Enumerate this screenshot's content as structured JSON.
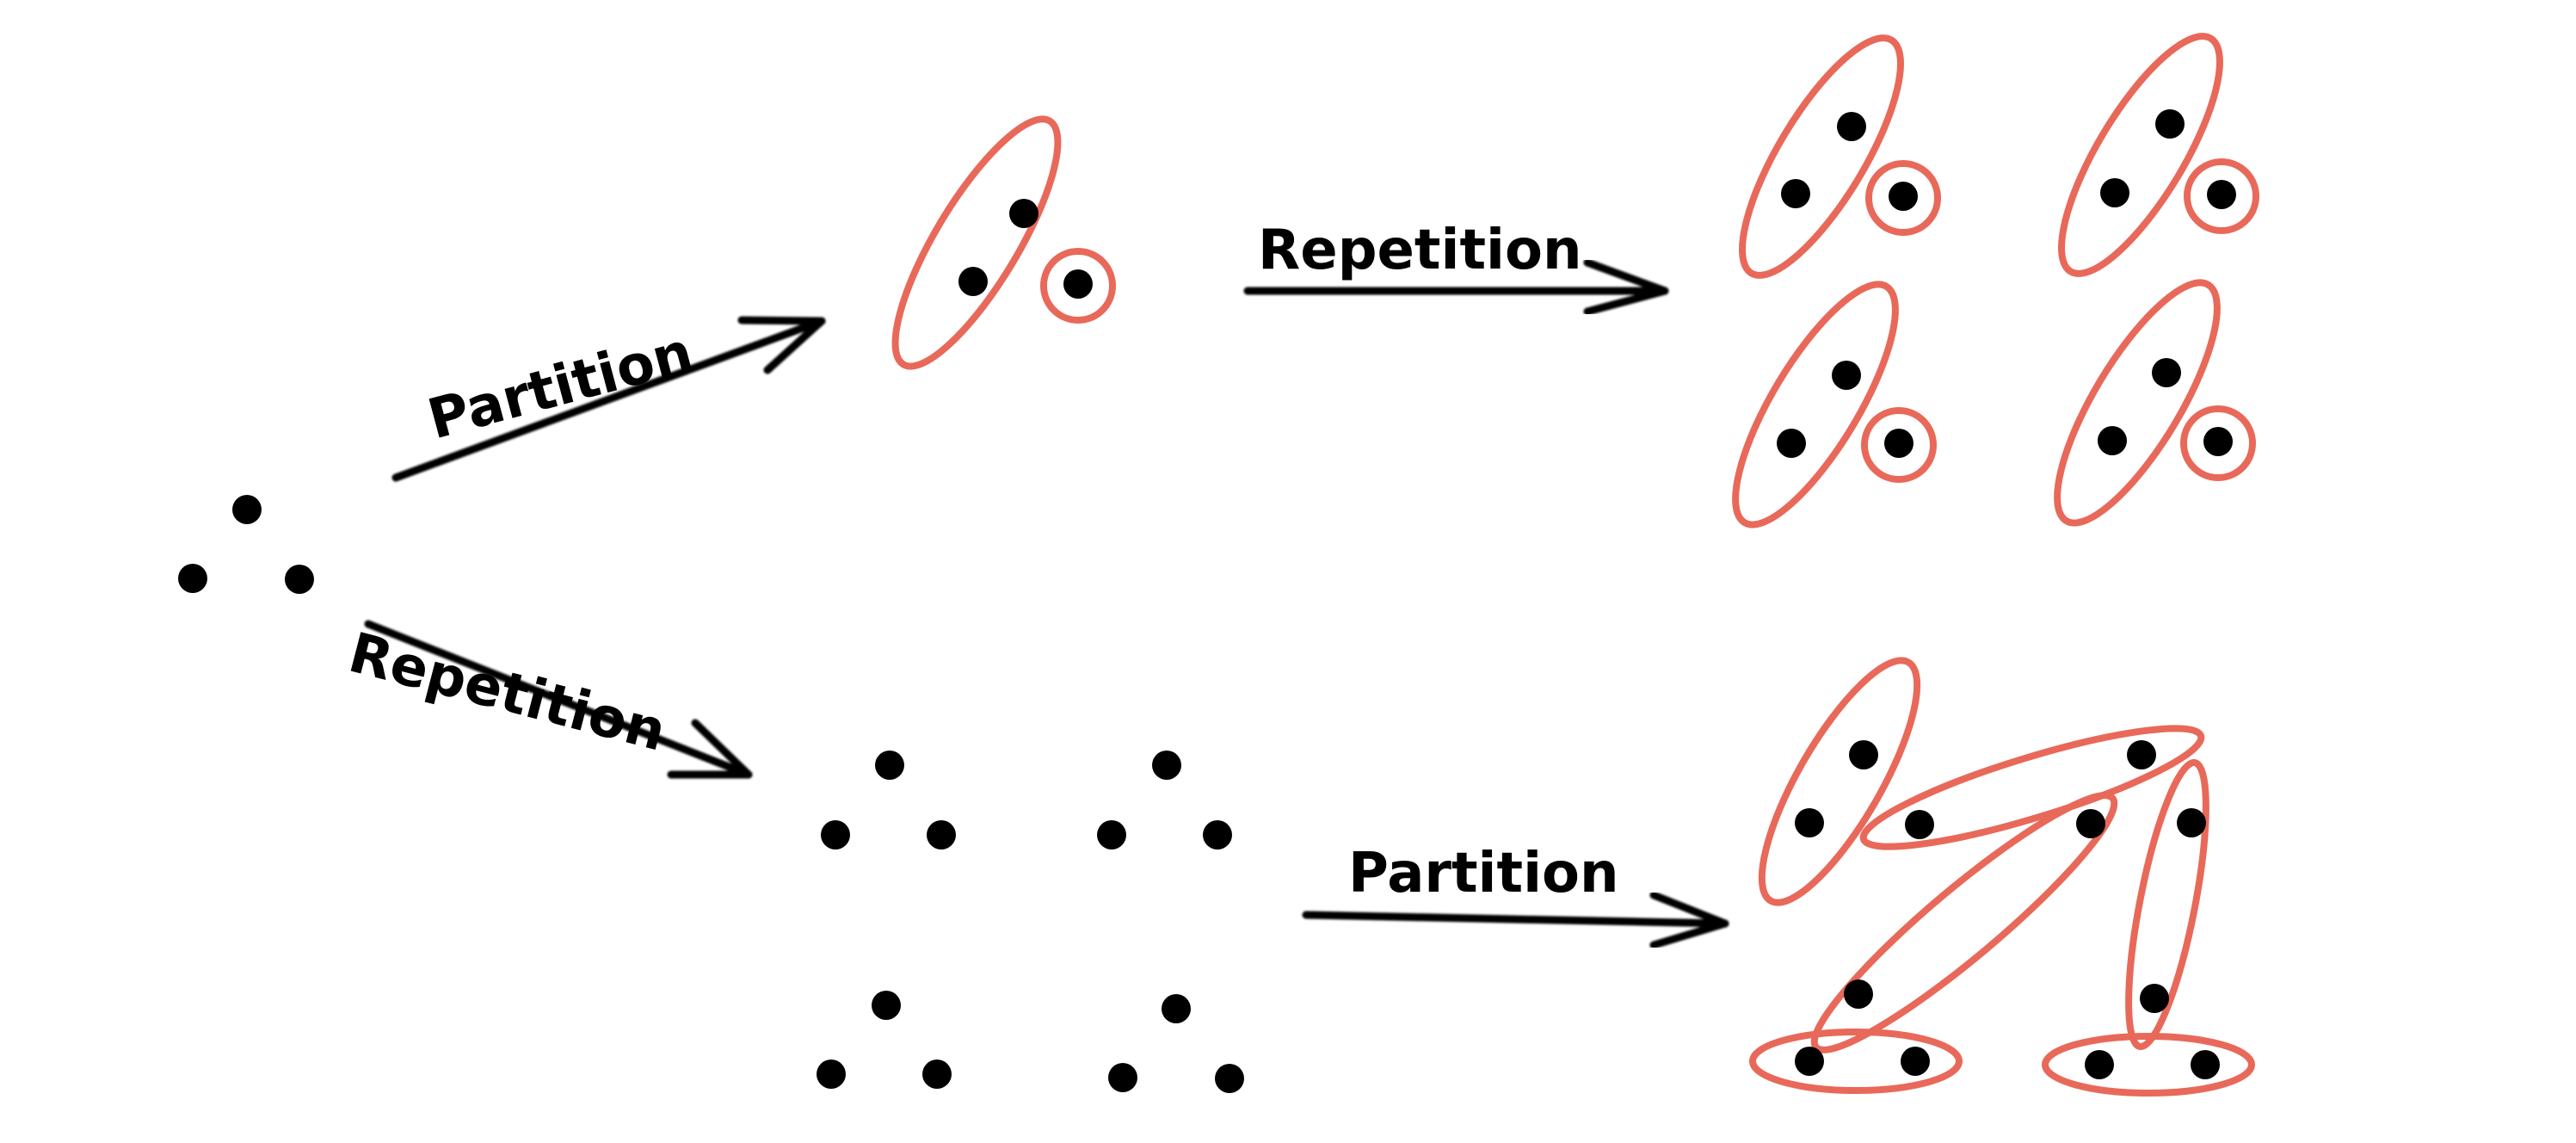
{
  "labels": {
    "partition_top": "Partition",
    "repetition_bottom": "Repetition",
    "repetition_top": "Repetition",
    "partition_bottom": "Partition"
  },
  "colors": {
    "dot": "#000000",
    "ring": "#e8695a",
    "arrow": "#000000"
  }
}
